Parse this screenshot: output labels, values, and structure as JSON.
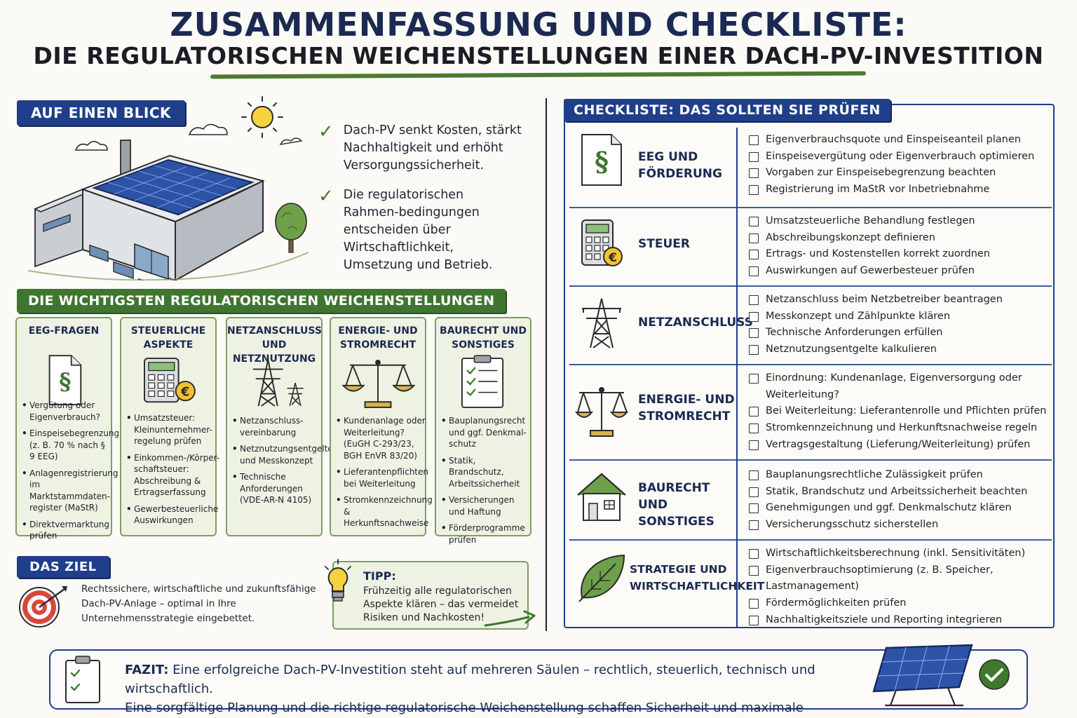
{
  "title": {
    "line1": "ZUSAMMENFASSUNG UND CHECKLISTE:",
    "line2": "DIE REGULATORISCHEN WEICHENSTELLUNGEN EINER DACH-PV-INVESTITION"
  },
  "glance": {
    "label": "AUF EINEN BLICK",
    "points": [
      "Dach-PV senkt Kosten, stärkt Nachhaltigkeit und erhöht Versorgungssicherheit.",
      "Die regulatorischen Rahmen-bedingungen entscheiden über Wirtschaftlichkeit, Umsetzung und Betrieb."
    ]
  },
  "topics": {
    "label": "DIE WICHTIGSTEN REGULATORISCHEN WEICHENSTELLUNGEN",
    "cards": [
      {
        "title": "EEG-FRAGEN",
        "icon": "paragraph-document-icon",
        "bullets": [
          "Vergütung oder Eigenverbrauch?",
          "Einspeisebegrenzung (z. B. 70 % nach § 9 EEG)",
          "Anlagenregistrierung im Marktstammdaten-register (MaStR)",
          "Direktvermarktung prüfen"
        ]
      },
      {
        "title": "STEUERLICHE ASPEKTE",
        "icon": "calculator-euro-icon",
        "bullets": [
          "Umsatzsteuer: Kleinunternehmer-regelung prüfen",
          "Einkommen-/Körper-schaftsteuer: Abschreibung & Ertragserfassung",
          "Gewerbesteuerliche Auswirkungen"
        ]
      },
      {
        "title": "NETZANSCHLUSS UND NETZNUTZUNG",
        "icon": "power-pylon-icon",
        "bullets": [
          "Netzanschluss-vereinbarung",
          "Netznutzungsentgelte und Messkonzept",
          "Technische Anforderungen (VDE-AR-N 4105)"
        ]
      },
      {
        "title": "ENERGIE- UND STROMRECHT",
        "icon": "scales-icon",
        "bullets": [
          "Kundenanlage oder Weiterleitung? (EuGH C-293/23, BGH EnVR 83/20)",
          "Lieferantenpflichten bei Weiterleitung",
          "Stromkennzeichnung & Herkunftsnachweise"
        ]
      },
      {
        "title": "BAURECHT UND SONSTIGES",
        "icon": "clipboard-checklist-icon",
        "bullets": [
          "Bauplanungsrecht und ggf. Denkmal-schutz",
          "Statik, Brandschutz, Arbeitssicherheit",
          "Versicherungen und Haftung",
          "Förderprogramme prüfen"
        ]
      }
    ]
  },
  "ziel": {
    "label": "DAS ZIEL",
    "text": "Rechtssichere, wirtschaftliche und zukunftsfähige Dach-PV-Anlage – optimal in Ihre Unternehmensstrategie eingebettet."
  },
  "tipp": {
    "title": "TIPP:",
    "text": "Frühzeitig alle regulatorischen Aspekte klären – das vermeidet Risiken und Nachkosten!"
  },
  "checklist": {
    "label": "CHECKLISTE: DAS SOLLTEN SIE PRÜFEN",
    "rows": [
      {
        "title": "EEG UND FÖRDERUNG",
        "icon": "paragraph-document-icon",
        "items": [
          "Eigenverbrauchsquote und Einspeiseanteil planen",
          "Einspeisevergütung oder Eigenverbrauch optimieren",
          "Vorgaben zur Einspeisebegrenzung beachten",
          "Registrierung im MaStR vor Inbetriebnahme"
        ]
      },
      {
        "title": "STEUER",
        "icon": "calculator-euro-icon",
        "items": [
          "Umsatzsteuerliche Behandlung festlegen",
          "Abschreibungskonzept definieren",
          "Ertrags- und Kostenstellen korrekt zuordnen",
          "Auswirkungen auf Gewerbesteuer prüfen"
        ]
      },
      {
        "title": "NETZANSCHLUSS",
        "icon": "power-pylon-icon",
        "items": [
          "Netzanschluss beim Netzbetreiber beantragen",
          "Messkonzept und Zählpunkte klären",
          "Technische Anforderungen erfüllen",
          "Netznutzungsentgelte kalkulieren"
        ]
      },
      {
        "title": "ENERGIE- UND STROMRECHT",
        "icon": "scales-icon",
        "items": [
          "Einordnung: Kundenanlage, Eigenversorgung oder Weiterleitung?",
          "Bei Weiterleitung: Lieferantenrolle und Pflichten prüfen",
          "Stromkennzeichnung und Herkunftsnachweise regeln",
          "Vertragsgestaltung (Lieferung/Weiterleitung) prüfen"
        ]
      },
      {
        "title": "BAURECHT UND SONSTIGES",
        "icon": "house-icon",
        "items": [
          "Bauplanungsrechtliche Zulässigkeit prüfen",
          "Statik, Brandschutz und Arbeitssicherheit beachten",
          "Genehmigungen und ggf. Denkmalschutz klären",
          "Versicherungsschutz sicherstellen"
        ]
      },
      {
        "title": "STRATEGIE UND WIRTSCHAFTLICHKEIT",
        "icon": "leaf-icon",
        "items": [
          "Wirtschaftlichkeitsberechnung (inkl. Sensitivitäten)",
          "Eigenverbrauchsoptimierung (z. B. Speicher, Lastmanagement)",
          "Fördermöglichkeiten prüfen",
          "Nachhaltigkeitsziele und Reporting integrieren"
        ]
      }
    ]
  },
  "fazit": {
    "label": "FAZIT:",
    "line1": "Eine erfolgreiche Dach-PV-Investition steht auf mehreren Säulen – rechtlich, steuerlich, technisch und wirtschaftlich.",
    "line2": "Eine sorgfältige Planung und die richtige regulatorische Weichenstellung schaffen Sicherheit und maximale Rentabilität."
  },
  "colors": {
    "navy": "#1f3f8a",
    "green": "#3f7530",
    "card_bg": "#eef2e3",
    "check_green": "#3f7a2c"
  }
}
